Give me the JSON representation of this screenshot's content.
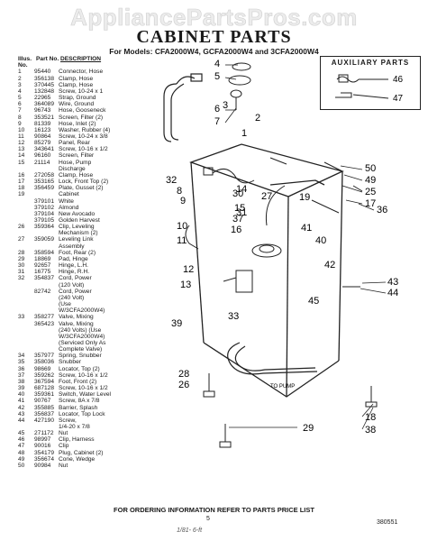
{
  "watermark": "AppliancePartsPros.com",
  "title": "CABINET PARTS",
  "subtitle": "For Models: CFA2000W4, GCFA2000W4 and 3CFA2000W4",
  "table": {
    "header": {
      "illus": "Illus. No.",
      "part": "Part No.",
      "desc": "DESCRIPTION"
    },
    "rows": [
      {
        "n": "1",
        "p": "95440",
        "d": "Connector, Hose"
      },
      {
        "n": "2",
        "p": "356138",
        "d": "Clamp, Hose"
      },
      {
        "n": "3",
        "p": "370445",
        "d": "Clamp, Hose"
      },
      {
        "n": "4",
        "p": "132848",
        "d": "Screw, 10-24 x 1"
      },
      {
        "n": "5",
        "p": "22965",
        "d": "Strap, Ground"
      },
      {
        "n": "6",
        "p": "364089",
        "d": "Wire, Ground"
      },
      {
        "n": "7",
        "p": "96743",
        "d": "Hose, Gooseneck"
      },
      {
        "n": "8",
        "p": "353521",
        "d": "Screen, Filter (2)"
      },
      {
        "n": "9",
        "p": "81339",
        "d": "Hose, Inlet (2)"
      },
      {
        "n": "10",
        "p": "16123",
        "d": "Washer, Rubber (4)"
      },
      {
        "n": "11",
        "p": "90864",
        "d": "Screw, 10-24 x 3/8"
      },
      {
        "n": "12",
        "p": "85279",
        "d": "Panel, Rear"
      },
      {
        "n": "13",
        "p": "343641",
        "d": "Screw, 10-16 x 1/2"
      },
      {
        "n": "14",
        "p": "96160",
        "d": "Screen, Filter"
      },
      {
        "n": "15",
        "p": "21114",
        "d": "Hose, Pump"
      },
      {
        "n": "",
        "p": "",
        "d": "Discharge"
      },
      {
        "n": "16",
        "p": "272058",
        "d": "Clamp, Hose"
      },
      {
        "n": "17",
        "p": "353165",
        "d": "Lock, Front Top (2)"
      },
      {
        "n": "18",
        "p": "356459",
        "d": "Plate, Gusset (2)"
      },
      {
        "n": "19",
        "p": "",
        "d": "Cabinet"
      },
      {
        "n": "",
        "p": "379101",
        "d": "White"
      },
      {
        "n": "",
        "p": "379102",
        "d": "Almond"
      },
      {
        "n": "",
        "p": "379104",
        "d": "New Avocado"
      },
      {
        "n": "",
        "p": "379105",
        "d": "Golden Harvest"
      },
      {
        "n": "26",
        "p": "359364",
        "d": "Clip, Leveling"
      },
      {
        "n": "",
        "p": "",
        "d": "Mechanism (2)"
      },
      {
        "n": "27",
        "p": "359059",
        "d": "Leveling Link"
      },
      {
        "n": "",
        "p": "",
        "d": "Assembly"
      },
      {
        "n": "28",
        "p": "358594",
        "d": "Foot, Rear (2)"
      },
      {
        "n": "29",
        "p": "18869",
        "d": "Pad, Hinge"
      },
      {
        "n": "30",
        "p": "92657",
        "d": "Hinge, L.H."
      },
      {
        "n": "31",
        "p": "16775",
        "d": "Hinge, R.H."
      },
      {
        "n": "32",
        "p": "354837",
        "d": "Cord, Power"
      },
      {
        "n": "",
        "p": "",
        "d": "(120 Volt)"
      },
      {
        "n": "",
        "p": "82742",
        "d": "Cord, Power"
      },
      {
        "n": "",
        "p": "",
        "d": "(240 Volt)"
      },
      {
        "n": "",
        "p": "",
        "d": "(Use"
      },
      {
        "n": "",
        "p": "",
        "d": "W/3CFA2000W4)"
      },
      {
        "n": "33",
        "p": "358277",
        "d": "Valve, Mixing"
      },
      {
        "n": "",
        "p": "365423",
        "d": "Valve, Mixing"
      },
      {
        "n": "",
        "p": "",
        "d": "(240 Volts) (Use"
      },
      {
        "n": "",
        "p": "",
        "d": "W/3CFA2000W4)"
      },
      {
        "n": "",
        "p": "",
        "d": "(Serviced Only As"
      },
      {
        "n": "",
        "p": "",
        "d": "Complete Valve)"
      },
      {
        "n": "34",
        "p": "357977",
        "d": "Spring, Snubber"
      },
      {
        "n": "35",
        "p": "358036",
        "d": "Snubber"
      },
      {
        "n": "36",
        "p": "98669",
        "d": "Locator, Top (2)"
      },
      {
        "n": "37",
        "p": "359262",
        "d": "Screw, 10-16 x 1/2"
      },
      {
        "n": "38",
        "p": "367594",
        "d": "Foot, Front (2)"
      },
      {
        "n": "39",
        "p": "687128",
        "d": "Screw, 10-16 x 1/2"
      },
      {
        "n": "40",
        "p": "359361",
        "d": "Switch, Water Level"
      },
      {
        "n": "41",
        "p": "90767",
        "d": "Screw, 8A x 7/8"
      },
      {
        "n": "42",
        "p": "355885",
        "d": "Barrier, Splash"
      },
      {
        "n": "43",
        "p": "356837",
        "d": "Locator, Top Lock"
      },
      {
        "n": "44",
        "p": "427190",
        "d": "Screw,"
      },
      {
        "n": "",
        "p": "",
        "d": "1/4-20 x 7/8"
      },
      {
        "n": "45",
        "p": "271172",
        "d": "Nut"
      },
      {
        "n": "46",
        "p": "98997",
        "d": "Clip, Harness"
      },
      {
        "n": "47",
        "p": "90016",
        "d": "Clip"
      },
      {
        "n": "48",
        "p": "354179",
        "d": "Plug, Cabinet (2)"
      },
      {
        "n": "49",
        "p": "356674",
        "d": "Cone, Wedge"
      },
      {
        "n": "50",
        "p": "90984",
        "d": "Nut"
      }
    ]
  },
  "aux": {
    "title": "AUXILIARY PARTS",
    "items": [
      "46",
      "47"
    ]
  },
  "callouts": [
    "1",
    "2",
    "3",
    "4",
    "5",
    "6",
    "7",
    "8",
    "9",
    "10",
    "11",
    "12",
    "13",
    "14",
    "15",
    "16",
    "17",
    "18",
    "19",
    "25",
    "26",
    "27",
    "28",
    "29",
    "30",
    "31",
    "32",
    "33",
    "36",
    "37",
    "38",
    "39",
    "40",
    "41",
    "42",
    "43",
    "44",
    "45",
    "49",
    "50"
  ],
  "to_pump_label": "TO PUMP",
  "footer": "FOR ORDERING INFORMATION REFER TO PARTS PRICE LIST",
  "page_number": "5",
  "doc_number": "380551",
  "signature": "1/81- 6-ft"
}
